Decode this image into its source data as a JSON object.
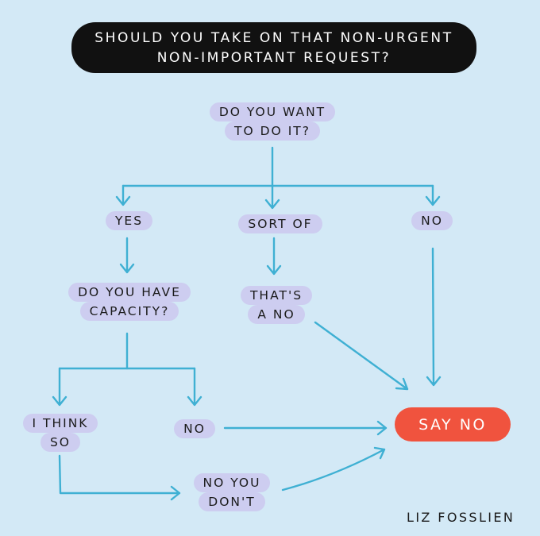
{
  "title": {
    "line1": "SHOULD YOU TAKE ON THAT NON-URGENT",
    "line2": "NON-IMPORTANT REQUEST?"
  },
  "nodes": {
    "want": {
      "line1": "DO YOU WANT",
      "line2": "TO DO IT?"
    },
    "yes": {
      "line1": "YES"
    },
    "sort_of": {
      "line1": "SORT OF"
    },
    "no_top": {
      "line1": "NO"
    },
    "capacity": {
      "line1": "DO YOU HAVE",
      "line2": "CAPACITY?"
    },
    "thats_no": {
      "line1": "THAT'S",
      "line2": "A NO"
    },
    "i_think_so": {
      "line1": "I THINK",
      "line2": "SO"
    },
    "no_mid": {
      "line1": "NO"
    },
    "no_you_dont": {
      "line1": "NO YOU",
      "line2": "DON'T"
    },
    "say_no": {
      "line1": "SAY NO"
    }
  },
  "author": "LIZ FOSSLIEN",
  "colors": {
    "background": "#d3e9f6",
    "label_highlight": "#cdcdf0",
    "arrow": "#3fb0d3",
    "say_no": "#f0533e",
    "title_bg": "#111111"
  }
}
